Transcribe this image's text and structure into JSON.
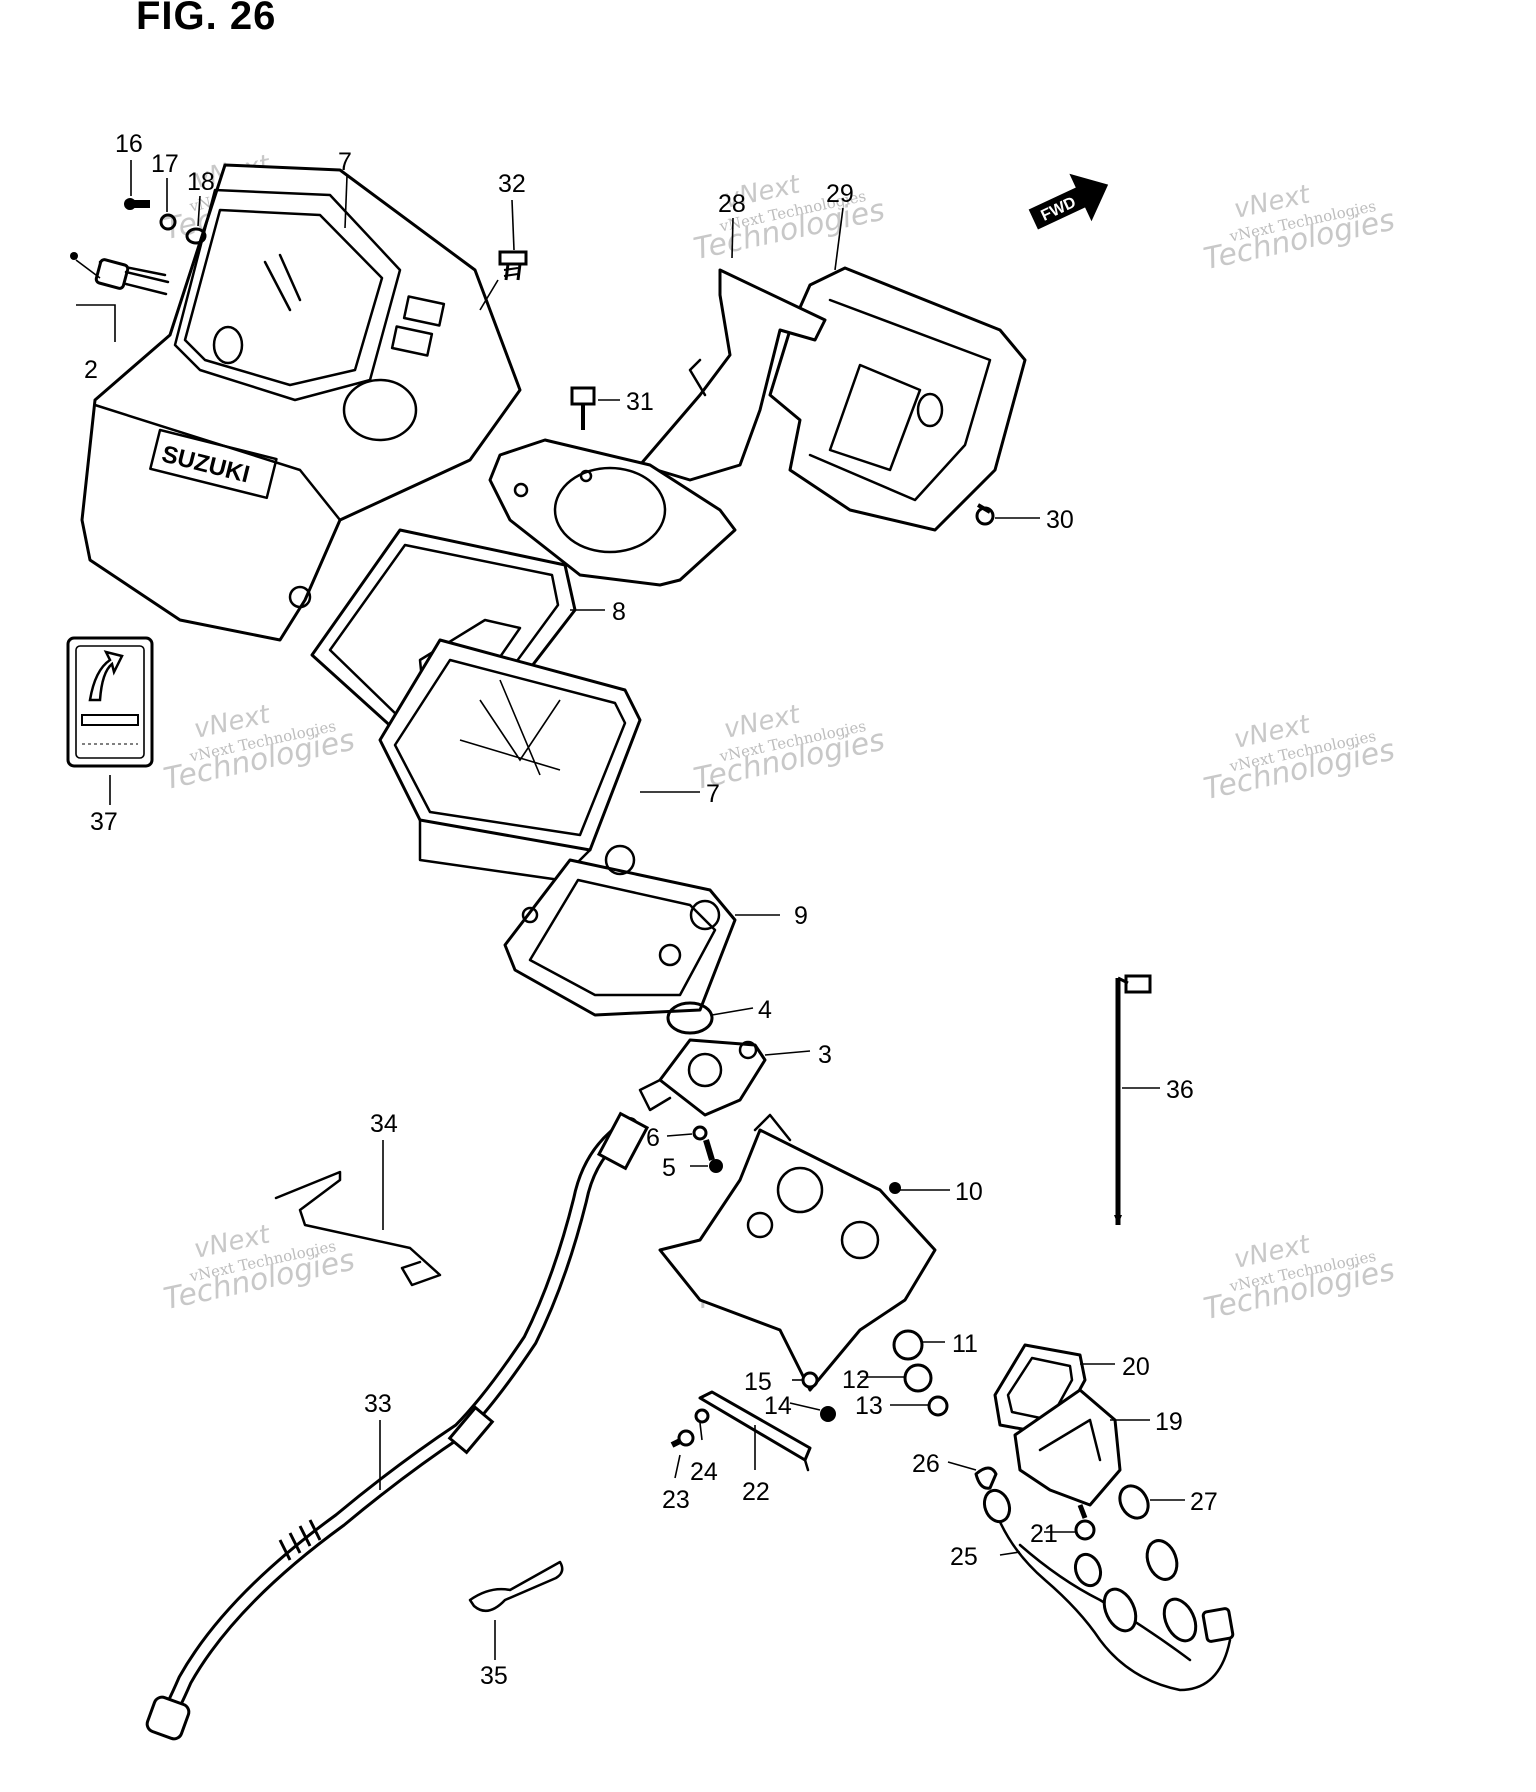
{
  "figure": {
    "title": "FIG. 26",
    "fwd_badge": "FWD",
    "brand_text": "SUZUKI"
  },
  "watermark": {
    "line1": "vNext Technologies",
    "line2": "vNext",
    "line3": "Technologies"
  },
  "callouts": [
    {
      "id": "c2",
      "label": "2"
    },
    {
      "id": "c3",
      "label": "3"
    },
    {
      "id": "c4",
      "label": "4"
    },
    {
      "id": "c5",
      "label": "5"
    },
    {
      "id": "c6",
      "label": "6"
    },
    {
      "id": "c7a",
      "label": "7"
    },
    {
      "id": "c7b",
      "label": "7"
    },
    {
      "id": "c8",
      "label": "8"
    },
    {
      "id": "c9",
      "label": "9"
    },
    {
      "id": "c10",
      "label": "10"
    },
    {
      "id": "c11",
      "label": "11"
    },
    {
      "id": "c12",
      "label": "12"
    },
    {
      "id": "c13",
      "label": "13"
    },
    {
      "id": "c14",
      "label": "14"
    },
    {
      "id": "c15",
      "label": "15"
    },
    {
      "id": "c16",
      "label": "16"
    },
    {
      "id": "c17",
      "label": "17"
    },
    {
      "id": "c18",
      "label": "18"
    },
    {
      "id": "c19",
      "label": "19"
    },
    {
      "id": "c20",
      "label": "20"
    },
    {
      "id": "c21",
      "label": "21"
    },
    {
      "id": "c22",
      "label": "22"
    },
    {
      "id": "c23",
      "label": "23"
    },
    {
      "id": "c24",
      "label": "24"
    },
    {
      "id": "c25",
      "label": "25"
    },
    {
      "id": "c26",
      "label": "26"
    },
    {
      "id": "c27",
      "label": "27"
    },
    {
      "id": "c28",
      "label": "28"
    },
    {
      "id": "c29",
      "label": "29"
    },
    {
      "id": "c30",
      "label": "30"
    },
    {
      "id": "c31",
      "label": "31"
    },
    {
      "id": "c32",
      "label": "32"
    },
    {
      "id": "c33",
      "label": "33"
    },
    {
      "id": "c34",
      "label": "34"
    },
    {
      "id": "c35",
      "label": "35"
    },
    {
      "id": "c36",
      "label": "36"
    },
    {
      "id": "c37",
      "label": "37"
    }
  ]
}
